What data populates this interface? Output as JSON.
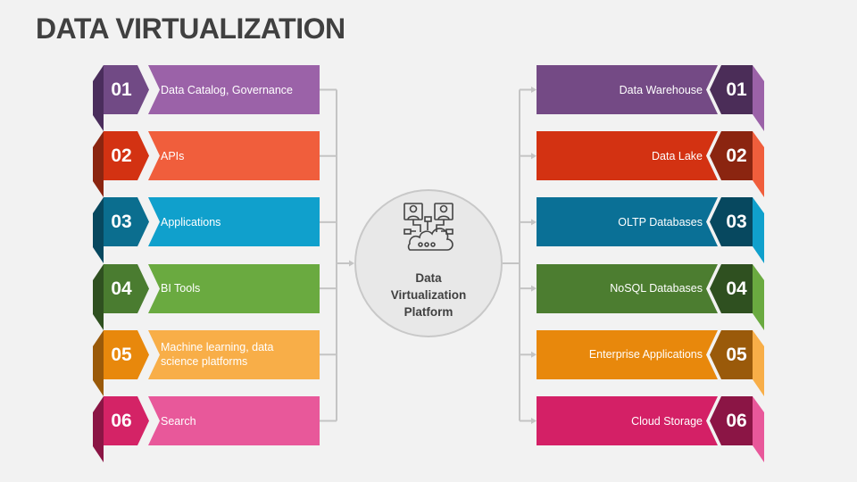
{
  "title": "DATA VIRTUALIZATION",
  "center": {
    "line1": "Data",
    "line2": "Virtualization",
    "line3": "Platform",
    "icon": "cloud-network-users-icon"
  },
  "left": [
    {
      "num": "01",
      "label": "Data Catalog, Governance",
      "bar": "#9b62a8",
      "numc": "#714a85",
      "flap": "#4a2d5c"
    },
    {
      "num": "02",
      "label": "APIs",
      "bar": "#f05e3c",
      "numc": "#d33212",
      "flap": "#8b2510"
    },
    {
      "num": "03",
      "label": "Applications",
      "bar": "#10a0cc",
      "numc": "#0b6e8f",
      "flap": "#07485f"
    },
    {
      "num": "04",
      "label": "BI Tools",
      "bar": "#6aaa40",
      "numc": "#4a7c30",
      "flap": "#2f5020"
    },
    {
      "num": "05",
      "label": "Machine learning, data science platforms",
      "bar": "#f8ae48",
      "numc": "#e8880c",
      "flap": "#9a5a0a"
    },
    {
      "num": "06",
      "label": "Search",
      "bar": "#e8589a",
      "numc": "#d42366",
      "flap": "#8b1545"
    }
  ],
  "right": [
    {
      "num": "01",
      "label": "Data Warehouse",
      "bar": "#744a85",
      "numc": "#4b2d58",
      "flap": "#9b62a8"
    },
    {
      "num": "02",
      "label": "Data Lake",
      "bar": "#d33212",
      "numc": "#8b2510",
      "flap": "#f05e3c"
    },
    {
      "num": "03",
      "label": "OLTP Databases",
      "bar": "#0a7096",
      "numc": "#07485f",
      "flap": "#10a0cc"
    },
    {
      "num": "04",
      "label": "NoSQL Databases",
      "bar": "#4c7d30",
      "numc": "#2f5020",
      "flap": "#6aaa40"
    },
    {
      "num": "05",
      "label": "Enterprise Applications",
      "bar": "#e8880c",
      "numc": "#9a5a0a",
      "flap": "#f8ae48"
    },
    {
      "num": "06",
      "label": "Cloud Storage",
      "bar": "#d42066",
      "numc": "#8b1545",
      "flap": "#e8589a"
    }
  ]
}
